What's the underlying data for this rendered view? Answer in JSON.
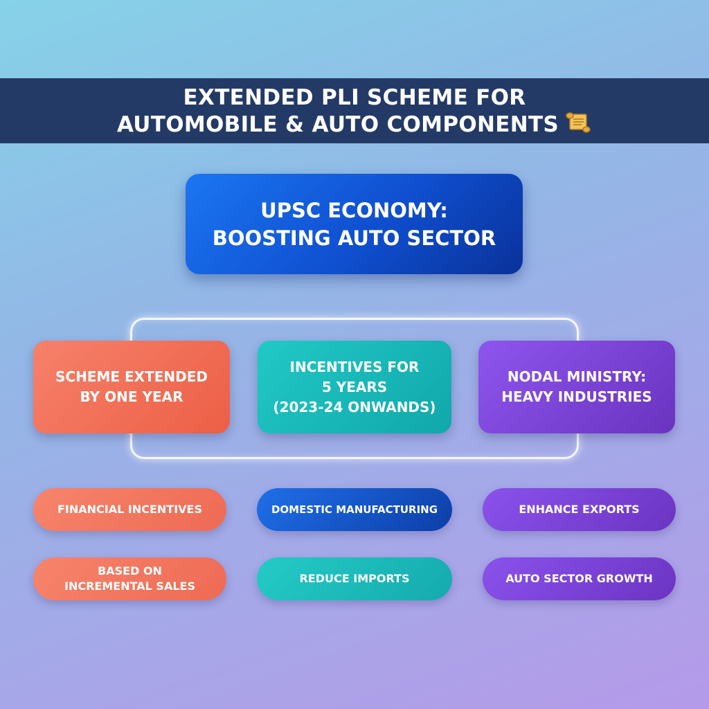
{
  "title": {
    "line1": "EXTENDED PLI SCHEME FOR",
    "line2": "AUTOMOBILE & AUTO COMPONENTS",
    "icon": "scroll-icon"
  },
  "center": {
    "line1": "UPSC ECONOMY:",
    "line2": "BOOSTING AUTO SECTOR"
  },
  "cards": {
    "left": {
      "line1": "SCHEME EXTENDED",
      "line2": "BY ONE YEAR"
    },
    "middle": {
      "line1": "INCENTIVES FOR",
      "line2": "5 YEARS",
      "line3": "(2023-24 ONWANDS)"
    },
    "right": {
      "line1": "NODAL MINISTRY:",
      "line2": "HEAVY INDUSTRIES"
    }
  },
  "pills": {
    "row1": {
      "left": "FINANCIAL INCENTIVES",
      "middle": "DOMESTIC MANUFACTURING",
      "right": "ENHANCE EXPORTS"
    },
    "row2": {
      "left_line1": "BASED ON",
      "left_line2": "INCREMENTAL SALES",
      "middle": "REDUCE IMPORTS",
      "right": "AUTO SECTOR GROWTH"
    }
  },
  "colors": {
    "banner": "#243a66",
    "center_box": "#0f4fd0",
    "orange": "#ee6a53",
    "teal": "#15aaae",
    "purple": "#6b34c2",
    "blue": "#0d3ea8"
  }
}
